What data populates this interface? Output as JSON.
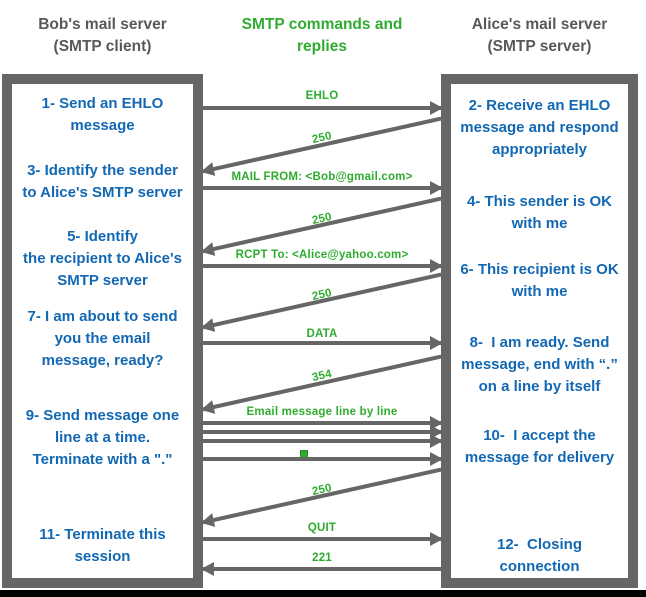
{
  "colors": {
    "accent_blue": "#1268b3",
    "accent_green": "#2fac2f",
    "line_gray": "#666666",
    "header_gray": "#595959",
    "background": "#ffffff",
    "bottom_bar": "#000000"
  },
  "headers": {
    "client": "Bob's mail server\n(SMTP client)",
    "legend": "SMTP commands and\nreplies",
    "server": "Alice's mail server\n(SMTP server)"
  },
  "client_steps": [
    "1- Send an EHLO\nmessage",
    "3- Identify the sender\nto Alice's SMTP server",
    "5- Identify\nthe recipient to Alice's\nSMTP server",
    "7- I am about to send\nyou the email\nmessage, ready?",
    "9- Send message one\nline at a time.\nTerminate with a \".\"",
    "11- Terminate this\nsession"
  ],
  "server_steps": [
    "2- Receive an EHLO\nmessage and respond\nappropriately",
    "4- This sender is OK\nwith me",
    "6- This recipient is OK\nwith me",
    "8-  I am ready. Send\nmessage, end with “.”\non a line by itself",
    "10-  I accept the\nmessage for delivery",
    "12-  Closing\nconnection"
  ],
  "messages": [
    {
      "label": "EHLO",
      "from": "client",
      "to": "server"
    },
    {
      "label": "250",
      "from": "server",
      "to": "client"
    },
    {
      "label": "MAIL FROM: <Bob@gmail.com>",
      "from": "client",
      "to": "server"
    },
    {
      "label": "250",
      "from": "server",
      "to": "client"
    },
    {
      "label": "RCPT To: <Alice@yahoo.com>",
      "from": "client",
      "to": "server"
    },
    {
      "label": "250",
      "from": "server",
      "to": "client"
    },
    {
      "label": "DATA",
      "from": "client",
      "to": "server"
    },
    {
      "label": "354",
      "from": "server",
      "to": "client"
    },
    {
      "label": "Email message line by line",
      "from": "client",
      "to": "server",
      "arrow_count": 3
    },
    {
      "label": ".",
      "from": "client",
      "to": "server",
      "rendered_as": "green-square"
    },
    {
      "label": "250",
      "from": "server",
      "to": "client"
    },
    {
      "label": "QUIT",
      "from": "client",
      "to": "server"
    },
    {
      "label": "221",
      "from": "server",
      "to": "client"
    }
  ]
}
